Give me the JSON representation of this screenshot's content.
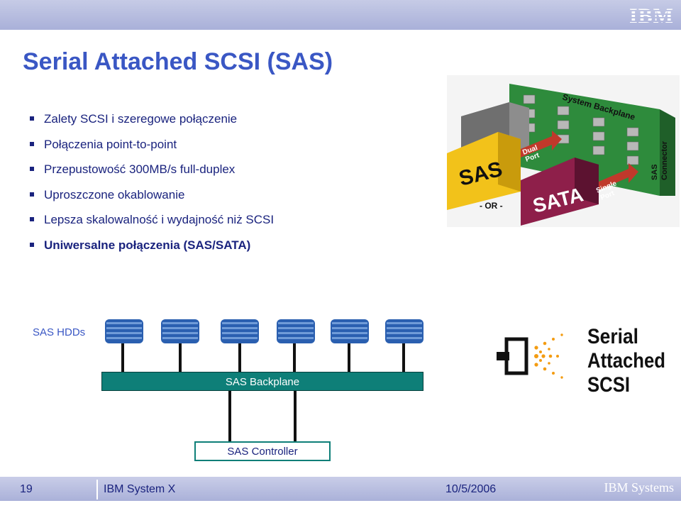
{
  "header": {
    "logo": "IBM"
  },
  "slide": {
    "title": "Serial Attached SCSI (SAS)",
    "bullets": [
      {
        "text": "Zalety SCSI i szeregowe połączenie",
        "bold": false
      },
      {
        "text": "Połączenia point-to-point",
        "bold": false
      },
      {
        "text": "Przepustowość 300MB/s full-duplex",
        "bold": false
      },
      {
        "text": "Uproszczone okablowanie",
        "bold": false
      },
      {
        "text": "Lepsza skalowalność i wydajność niż SCSI",
        "bold": false
      },
      {
        "text": "Uniwersalne połączenia (SAS/SATA)",
        "bold": true
      }
    ]
  },
  "hardware": {
    "backplane": "System Backplane",
    "sas": "SAS",
    "sata": "SATA",
    "or": "- OR -",
    "dual_port": [
      "Dual",
      "Port"
    ],
    "single_port": [
      "Single",
      "Port"
    ],
    "connector": [
      "SAS",
      "Connector"
    ]
  },
  "diagram": {
    "hdd_label": "SAS HDDs",
    "backplane_label": "SAS Backplane",
    "controller_label": "SAS Controller"
  },
  "logo_text": [
    "Serial",
    "Attached",
    "SCSI"
  ],
  "footer": {
    "page": "19",
    "product": "IBM System X",
    "date": "10/5/2006",
    "brand": "IBM Systems"
  }
}
